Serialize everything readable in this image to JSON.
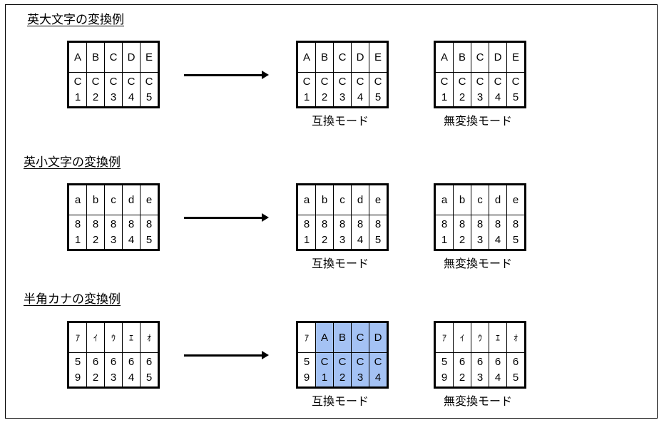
{
  "sections": [
    {
      "title": "英大文字の変換例",
      "left": {
        "top": [
          "A",
          "B",
          "C",
          "D",
          "E"
        ],
        "bottom": [
          [
            "C",
            "1"
          ],
          [
            "C",
            "2"
          ],
          [
            "C",
            "3"
          ],
          [
            "C",
            "4"
          ],
          [
            "C",
            "5"
          ]
        ]
      },
      "mid": {
        "top": [
          "A",
          "B",
          "C",
          "D",
          "E"
        ],
        "bottom": [
          [
            "C",
            "1"
          ],
          [
            "C",
            "2"
          ],
          [
            "C",
            "3"
          ],
          [
            "C",
            "4"
          ],
          [
            "C",
            "5"
          ]
        ],
        "label": "互換モード"
      },
      "right": {
        "top": [
          "A",
          "B",
          "C",
          "D",
          "E"
        ],
        "bottom": [
          [
            "C",
            "1"
          ],
          [
            "C",
            "2"
          ],
          [
            "C",
            "3"
          ],
          [
            "C",
            "4"
          ],
          [
            "C",
            "5"
          ]
        ],
        "label": "無変換モード"
      }
    },
    {
      "title": "英小文字の変換例",
      "left": {
        "top": [
          "a",
          "b",
          "c",
          "d",
          "e"
        ],
        "bottom": [
          [
            "8",
            "1"
          ],
          [
            "8",
            "2"
          ],
          [
            "8",
            "3"
          ],
          [
            "8",
            "4"
          ],
          [
            "8",
            "5"
          ]
        ]
      },
      "mid": {
        "top": [
          "a",
          "b",
          "c",
          "d",
          "e"
        ],
        "bottom": [
          [
            "8",
            "1"
          ],
          [
            "8",
            "2"
          ],
          [
            "8",
            "3"
          ],
          [
            "8",
            "4"
          ],
          [
            "8",
            "5"
          ]
        ],
        "label": "互換モード"
      },
      "right": {
        "top": [
          "a",
          "b",
          "c",
          "d",
          "e"
        ],
        "bottom": [
          [
            "8",
            "1"
          ],
          [
            "8",
            "2"
          ],
          [
            "8",
            "3"
          ],
          [
            "8",
            "4"
          ],
          [
            "8",
            "5"
          ]
        ],
        "label": "無変換モード"
      }
    },
    {
      "title": "半角カナの変換例",
      "left": {
        "top": [
          "ｱ",
          "ｲ",
          "ｳ",
          "ｴ",
          "ｵ"
        ],
        "bottom": [
          [
            "5",
            "9"
          ],
          [
            "6",
            "2"
          ],
          [
            "6",
            "3"
          ],
          [
            "6",
            "4"
          ],
          [
            "6",
            "5"
          ]
        ]
      },
      "mid": {
        "top": [
          "ｱ",
          "A",
          "B",
          "C",
          "D"
        ],
        "bottom": [
          [
            "5",
            "9"
          ],
          [
            "C",
            "1"
          ],
          [
            "C",
            "2"
          ],
          [
            "C",
            "3"
          ],
          [
            "C",
            "4"
          ]
        ],
        "label": "互換モード"
      },
      "right": {
        "top": [
          "ｱ",
          "ｲ",
          "ｳ",
          "ｴ",
          "ｵ"
        ],
        "bottom": [
          [
            "5",
            "9"
          ],
          [
            "6",
            "2"
          ],
          [
            "6",
            "3"
          ],
          [
            "6",
            "4"
          ],
          [
            "6",
            "5"
          ]
        ],
        "label": "無変換モード"
      }
    }
  ],
  "highlight": {
    "color": "#a4c2f4",
    "section": 2,
    "table": "mid",
    "columns": [
      1,
      2,
      3,
      4
    ]
  }
}
